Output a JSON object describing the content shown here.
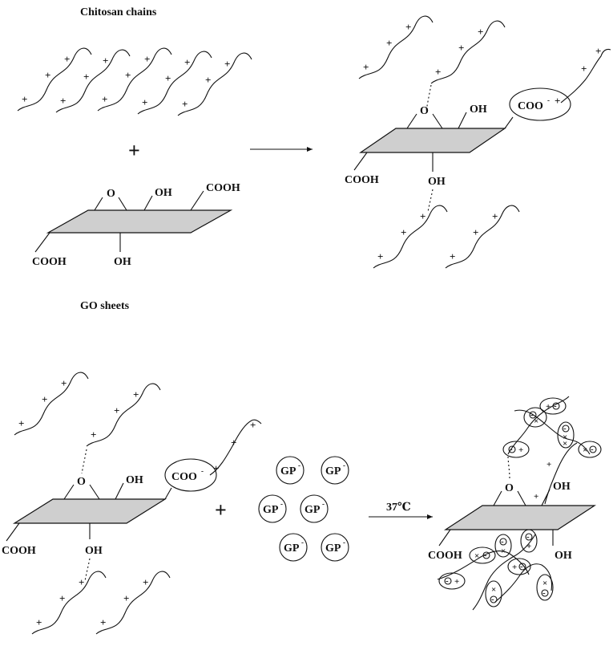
{
  "title_chitosan": "Chitosan chains",
  "title_go": "GO sheets",
  "plus": "+",
  "minus": "-",
  "cross": "×",
  "group_o": "O",
  "group_oh": "OH",
  "group_cooh": "COOH",
  "group_coo": "COO",
  "gp": "GP",
  "temperature": "37℃"
}
